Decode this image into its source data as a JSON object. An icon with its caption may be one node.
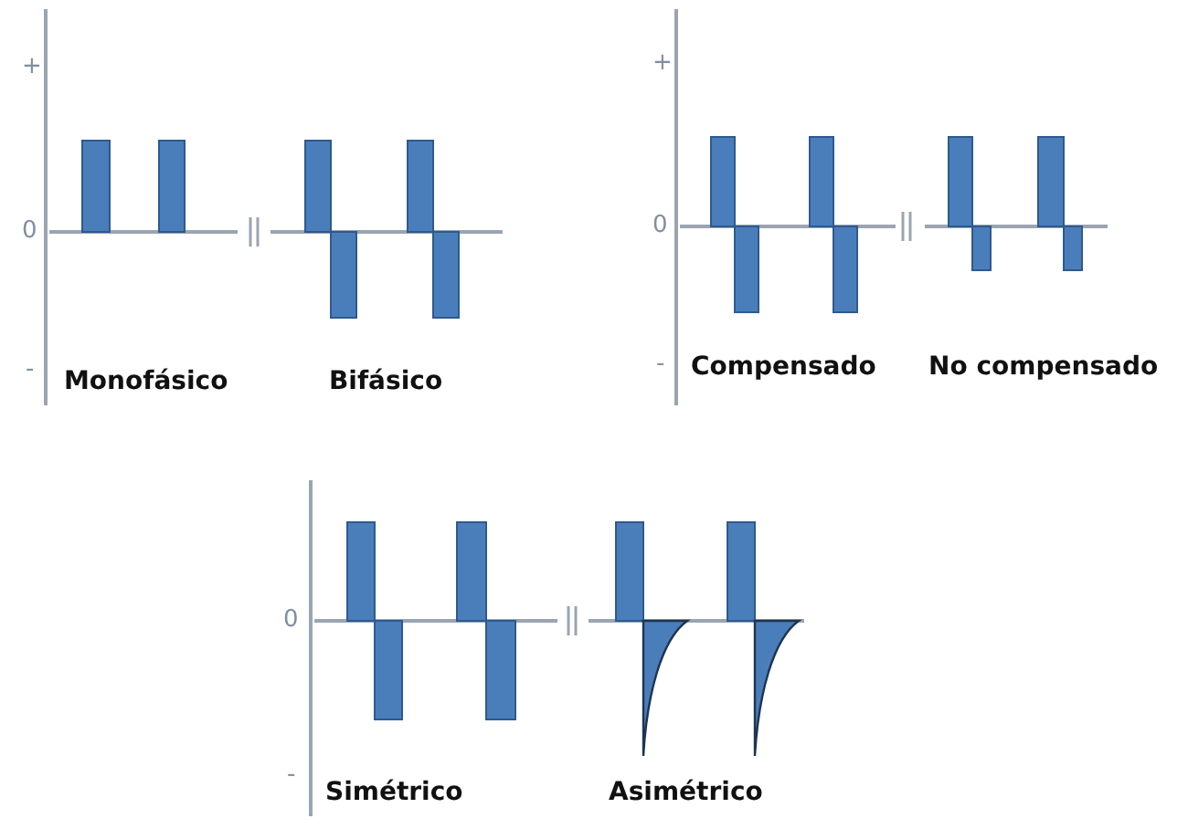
{
  "diagram": {
    "labels": [
      "+",
      "0",
      "-",
      "Monofásico",
      "Bifásico",
      "+",
      "0",
      "-",
      "Compensado",
      "No compensado",
      "0",
      "-",
      "Simétrico",
      "Asimétrico"
    ]
  }
}
